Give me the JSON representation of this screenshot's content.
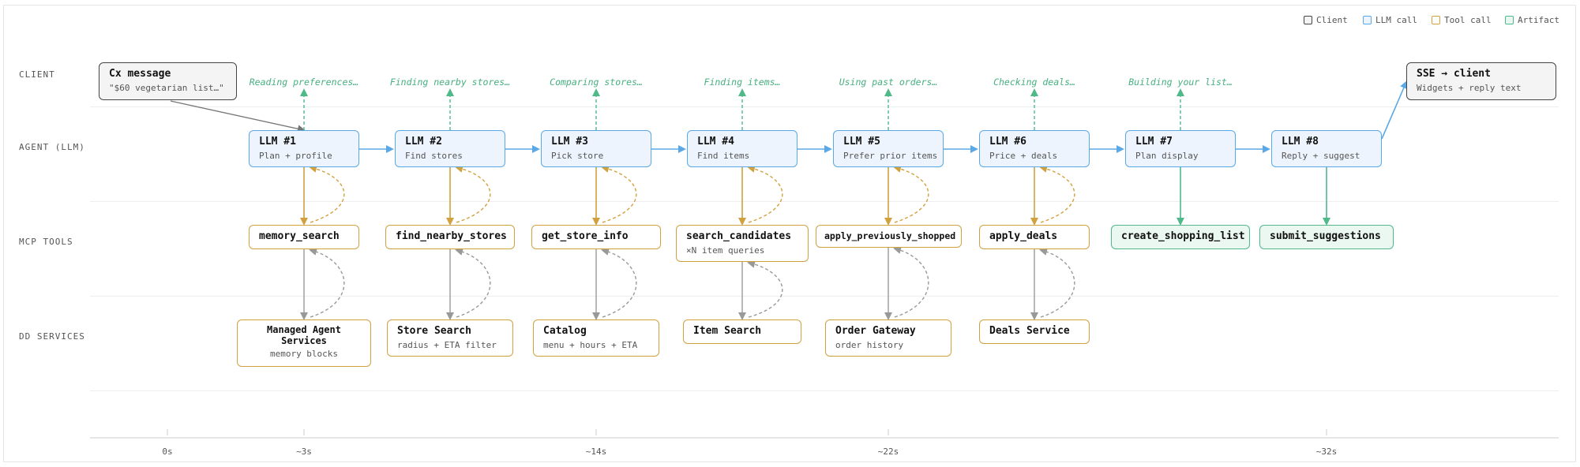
{
  "legend": [
    {
      "label": "Client",
      "border": "#444444",
      "fill": "#f4f4f4"
    },
    {
      "label": "LLM call",
      "border": "#5aa9e6",
      "fill": "#edf4fd"
    },
    {
      "label": "Tool call",
      "border": "#d1a13f",
      "fill": "#ffffff"
    },
    {
      "label": "Artifact",
      "border": "#4fb98a",
      "fill": "#ebf7f1"
    }
  ],
  "lanes": [
    "CLIENT",
    "AGENT (LLM)",
    "MCP TOOLS",
    "DD SERVICES"
  ],
  "client": {
    "message": {
      "title": "Cx message",
      "subtitle": "\"$60 vegetarian list…\""
    },
    "output": {
      "title": "SSE → client",
      "subtitle": "Widgets + reply text"
    }
  },
  "status_messages": [
    "Reading preferences…",
    "Finding nearby stores…",
    "Comparing stores…",
    "Finding items…",
    "Using past orders…",
    "Checking deals…",
    "Building your list…"
  ],
  "llm_calls": [
    {
      "title": "LLM #1",
      "subtitle": "Plan + profile"
    },
    {
      "title": "LLM #2",
      "subtitle": "Find stores"
    },
    {
      "title": "LLM #3",
      "subtitle": "Pick store"
    },
    {
      "title": "LLM #4",
      "subtitle": "Find items"
    },
    {
      "title": "LLM #5",
      "subtitle": "Prefer prior items"
    },
    {
      "title": "LLM #6",
      "subtitle": "Price + deals"
    },
    {
      "title": "LLM #7",
      "subtitle": "Plan display"
    },
    {
      "title": "LLM #8",
      "subtitle": "Reply + suggest"
    }
  ],
  "tools": [
    {
      "title": "memory_search",
      "subtitle": ""
    },
    {
      "title": "find_nearby_stores",
      "subtitle": ""
    },
    {
      "title": "get_store_info",
      "subtitle": ""
    },
    {
      "title": "search_candidates",
      "subtitle": "×N item queries"
    },
    {
      "title": "apply_previously_shopped",
      "subtitle": ""
    },
    {
      "title": "apply_deals",
      "subtitle": ""
    }
  ],
  "artifacts": [
    {
      "title": "create_shopping_list"
    },
    {
      "title": "submit_suggestions"
    }
  ],
  "services": [
    {
      "title": "Managed Agent Services",
      "subtitle": "memory blocks"
    },
    {
      "title": "Store Search",
      "subtitle": "radius + ETA filter"
    },
    {
      "title": "Catalog",
      "subtitle": "menu + hours + ETA"
    },
    {
      "title": "Item Search",
      "subtitle": ""
    },
    {
      "title": "Order Gateway",
      "subtitle": "order history"
    },
    {
      "title": "Deals Service",
      "subtitle": ""
    }
  ],
  "timeline": [
    "0s",
    "~3s",
    "~14s",
    "~22s",
    "~32s"
  ],
  "colors": {
    "client": "#444444",
    "llm": "#5aa9e6",
    "tool": "#d1a13f",
    "artifact": "#4fb98a",
    "service_return": "#999999",
    "status": "#45b07f"
  }
}
